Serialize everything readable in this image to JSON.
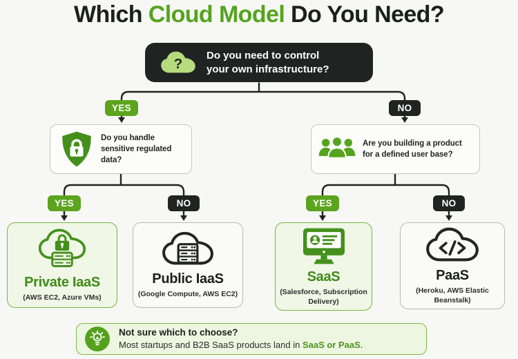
{
  "title": {
    "pre": "Which ",
    "highlight": "Cloud Model",
    "post": " Do You Need?"
  },
  "labels": {
    "yes": "YES",
    "no": "NO"
  },
  "root": {
    "question": "Do you need to control\nyour own infrastructure?"
  },
  "decisions": {
    "left": {
      "question": "Do you handle\nsensitive regulated\ndata?",
      "icon": "shield-lock-icon"
    },
    "right": {
      "question": "Are you building a product\nfor a defined user base?",
      "icon": "users-icon"
    }
  },
  "outcomes": [
    {
      "title": "Private IaaS",
      "subtitle": "(AWS EC2, Azure VMs)",
      "icon": "cloud-lock-server-icon"
    },
    {
      "title": "Public IaaS",
      "subtitle": "(Google Compute, AWS EC2)",
      "icon": "cloud-server-icon"
    },
    {
      "title": "SaaS",
      "subtitle": "(Salesforce, Subscription\nDelivery)",
      "icon": "monitor-profile-icon"
    },
    {
      "title": "PaaS",
      "subtitle": "(Heroku, AWS Elastic\nBeanstalk)",
      "icon": "cloud-code-icon"
    }
  ],
  "note": {
    "heading": "Not sure which to choose?",
    "body_pre": "Most startups and B2B SaaS products land in ",
    "body_highlight": "SaaS or PaaS",
    "body_post": "."
  },
  "colors": {
    "green_primary": "#55a41d",
    "green_icon": "#45901d",
    "green_text_dark": "#3f8a1a",
    "green_light_bg": "#f0f7e6",
    "green_cloud_light": "#b6db7f",
    "ink": "#212322",
    "card_bg": "#fafaf8",
    "card_border": "#b7b8b6",
    "page_bg": "#f7f8f5"
  }
}
